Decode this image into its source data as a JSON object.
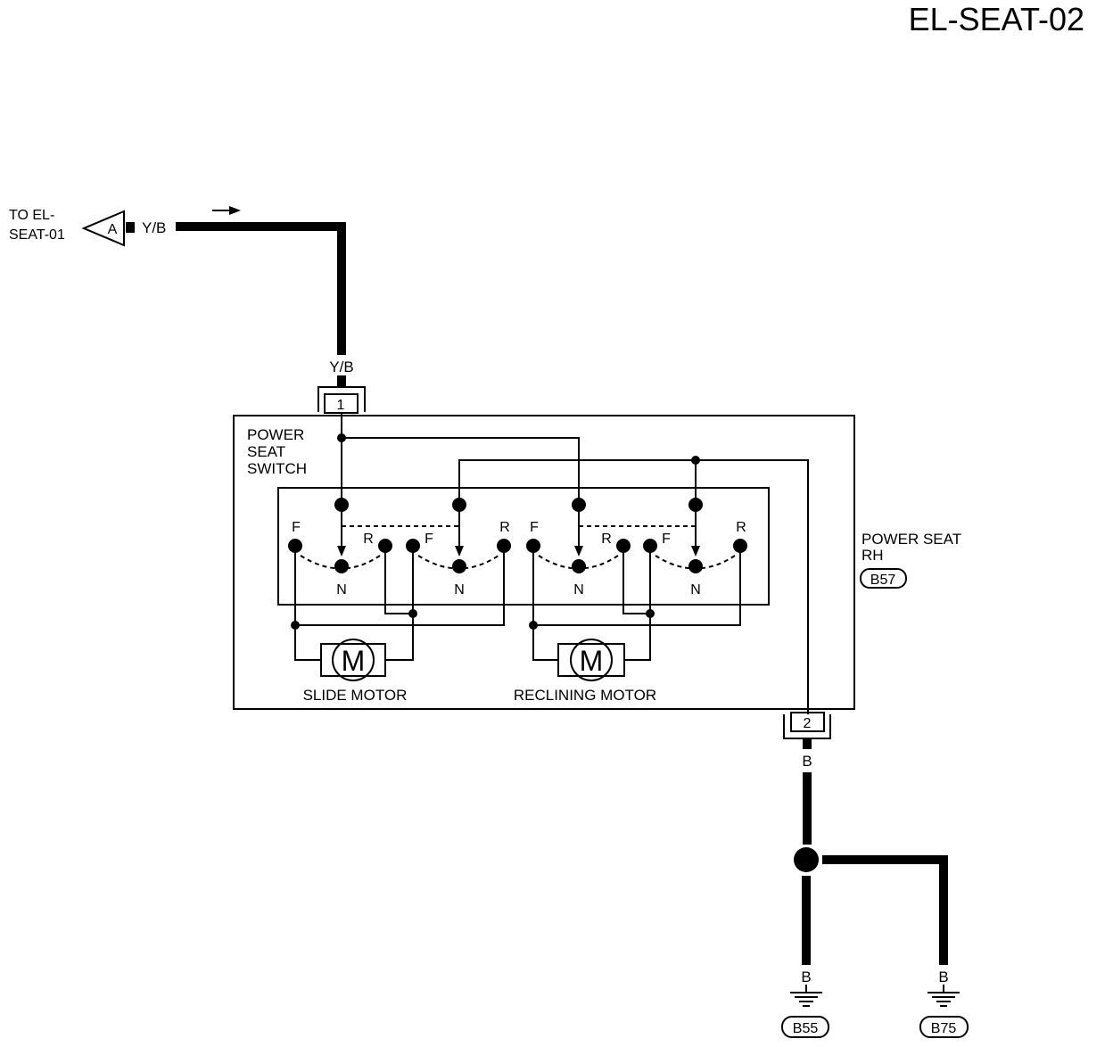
{
  "diagram_title": "EL-SEAT-02",
  "off_page": {
    "text_line1": "TO EL-",
    "text_line2": "SEAT-01",
    "connector_letter": "A",
    "wire_color": "Y/B"
  },
  "top_wire_color": "Y/B",
  "connector_top_pin": "1",
  "connector_bottom_pin": "2",
  "switch_label": [
    "POWER",
    "SEAT",
    "SWITCH"
  ],
  "component": {
    "line1": "POWER SEAT",
    "line2": "RH",
    "code": "B57"
  },
  "switch_positions": {
    "forward": "F",
    "rear": "R",
    "neutral": "N"
  },
  "motors": {
    "symbol": "M",
    "slide_label": "SLIDE MOTOR",
    "recline_label": "RECLINING MOTOR"
  },
  "ground_wire_color": "B",
  "grounds": [
    {
      "wire_color": "B",
      "code": "B55"
    },
    {
      "wire_color": "B",
      "code": "B75"
    }
  ]
}
